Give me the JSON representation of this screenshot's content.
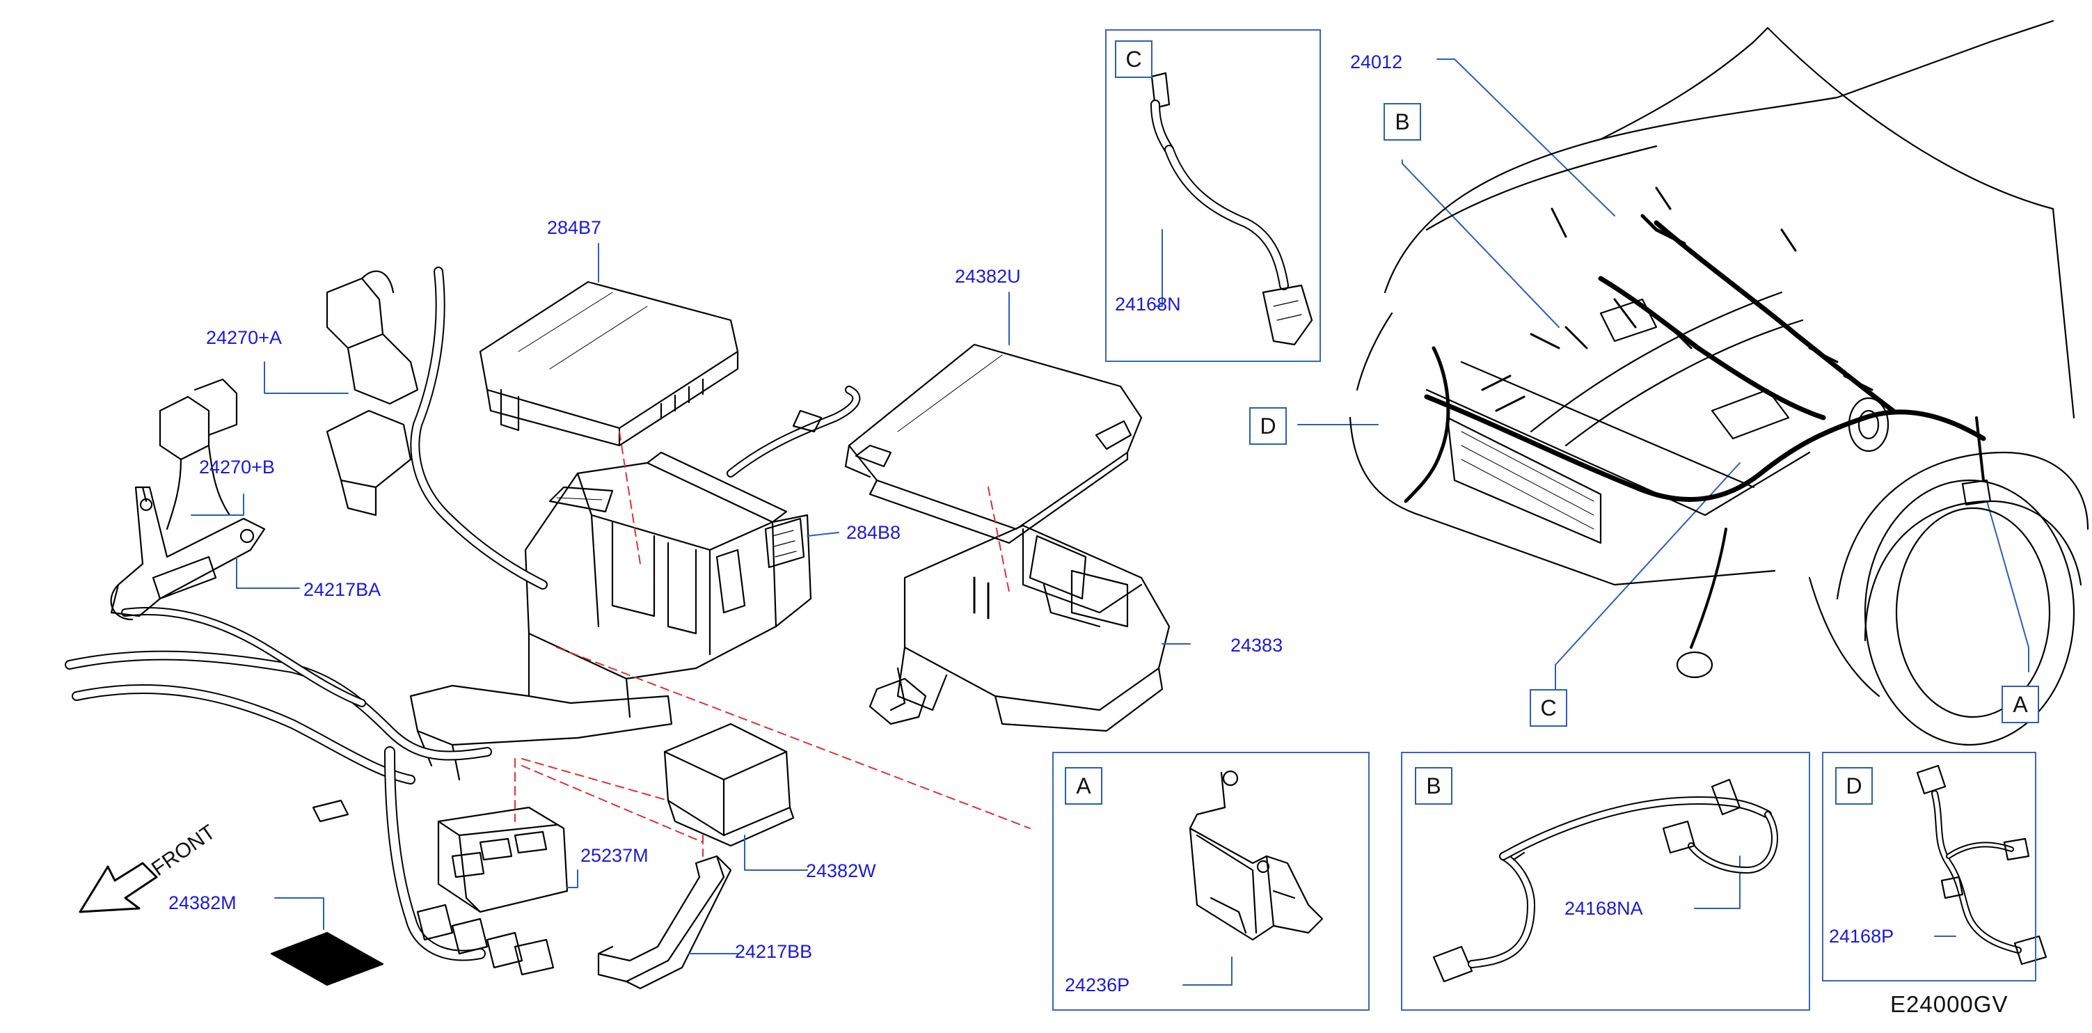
{
  "diagram_code": "E24000GV",
  "front_label": "FRONT",
  "callouts": {
    "p284B7": "284B7",
    "p24270A": "24270+A",
    "p24270B": "24270+B",
    "p24217BA": "24217BA",
    "p24382U": "24382U",
    "p284B8": "284B8",
    "p24383": "24383",
    "p25237M": "25237M",
    "p24382W": "24382W",
    "p24382M": "24382M",
    "p24217BB": "24217BB",
    "p24168N": "24168N",
    "p24012": "24012",
    "p24236P": "24236P",
    "p24168NA": "24168NA",
    "p24168P": "24168P"
  },
  "view_tags": {
    "A": "A",
    "B": "B",
    "C": "C",
    "D": "D"
  },
  "colors": {
    "callout_text": "#1a1ad9",
    "leader_line": "#2a5fb4",
    "dashed_guide": "#e03030",
    "drawing_stroke": "#000000"
  }
}
